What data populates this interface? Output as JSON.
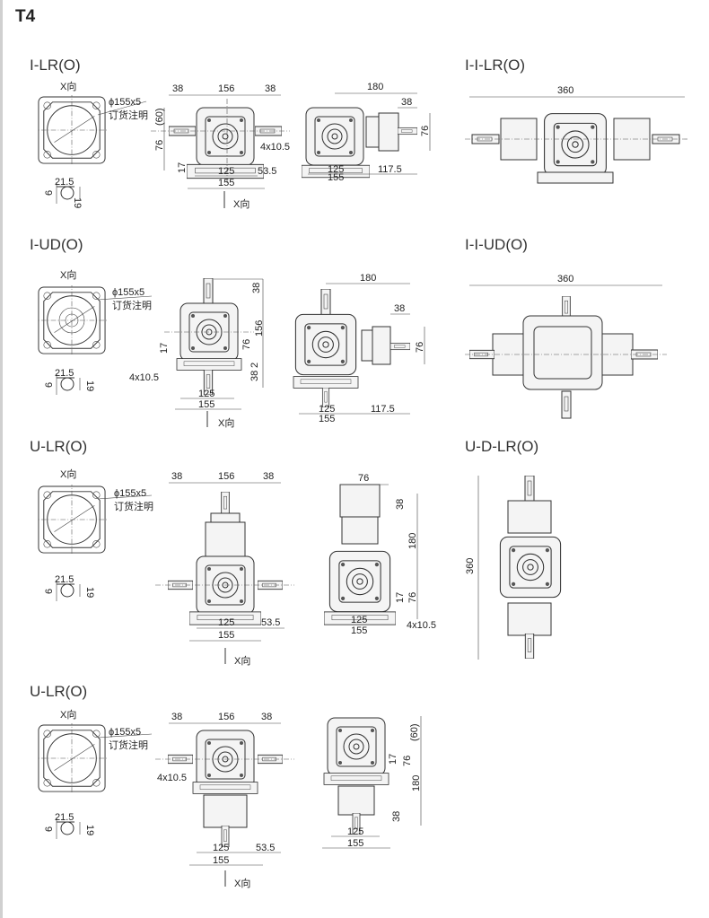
{
  "page_title": "T4",
  "common": {
    "x_dir": "X向",
    "phi": "ϕ155x5",
    "order_note": "订货注明",
    "key_w": "21.5",
    "key_6": "6",
    "key_19": "19"
  },
  "sections": [
    {
      "title": "I-LR(O)",
      "front": {
        "d38a": "38",
        "d156": "156",
        "d38b": "38",
        "d60": "(60)",
        "d76": "76",
        "d17": "17",
        "holes": "4x10.5",
        "d125": "125",
        "d53": "53.5",
        "d155": "155"
      },
      "side": {
        "d180": "180",
        "d38": "38",
        "d76": "76",
        "d125": "125",
        "d155": "155",
        "d117": "117.5"
      }
    },
    {
      "title": "I-UD(O)",
      "front": {
        "d38a": "38",
        "d156": "156",
        "d76": "76",
        "d17": "17",
        "d2": "2",
        "d38b": "38",
        "holes": "4x10.5",
        "d125": "125",
        "d155": "155"
      },
      "side": {
        "d180": "180",
        "d38": "38",
        "d76": "76",
        "d125": "125",
        "d155": "155",
        "d117": "117.5"
      }
    },
    {
      "title": "U-LR(O)",
      "front": {
        "d38a": "38",
        "d156": "156",
        "d38b": "38",
        "d125": "125",
        "d53": "53.5",
        "d155": "155"
      },
      "side": {
        "d76a": "76",
        "d38": "38",
        "d180": "180",
        "d17": "17",
        "d76b": "76",
        "d125": "125",
        "holes": "4x10.5",
        "d155": "155"
      }
    },
    {
      "title": "U-LR(O)",
      "front": {
        "d38a": "38",
        "d156": "156",
        "d38b": "38",
        "holes": "4x10.5",
        "d125": "125",
        "d53": "53.5",
        "d155": "155"
      },
      "side": {
        "d60": "(60)",
        "d17": "17",
        "d76": "76",
        "d180": "180",
        "d38": "38",
        "d125": "125",
        "d155": "155"
      }
    }
  ],
  "right": [
    {
      "title": "I-I-LR(O)",
      "d360": "360"
    },
    {
      "title": "I-I-UD(O)",
      "d360": "360"
    },
    {
      "title": "U-D-LR(O)",
      "d360": "360"
    }
  ]
}
